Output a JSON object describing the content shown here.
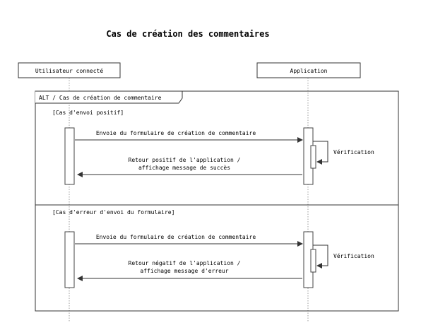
{
  "title": "Cas de création des commentaires",
  "participants": {
    "user": "Utilisateur connecté",
    "app": "Application"
  },
  "frame": {
    "label": "ALT / Cas de création de commentaire",
    "sections": [
      {
        "guard": "[Cas d'envoi positif]",
        "request": "Envoie du formulaire de création de commentaire",
        "self": "Vérification",
        "response_line1": "Retour positif de l'application /",
        "response_line2": "affichage message de succès"
      },
      {
        "guard": "[Cas d'erreur d'envoi du formulaire]",
        "request": "Envoie du formulaire de création de commentaire",
        "self": "Vérification",
        "response_line1": "Retour négatif de l'application /",
        "response_line2": "affichage message d'erreur"
      }
    ]
  }
}
